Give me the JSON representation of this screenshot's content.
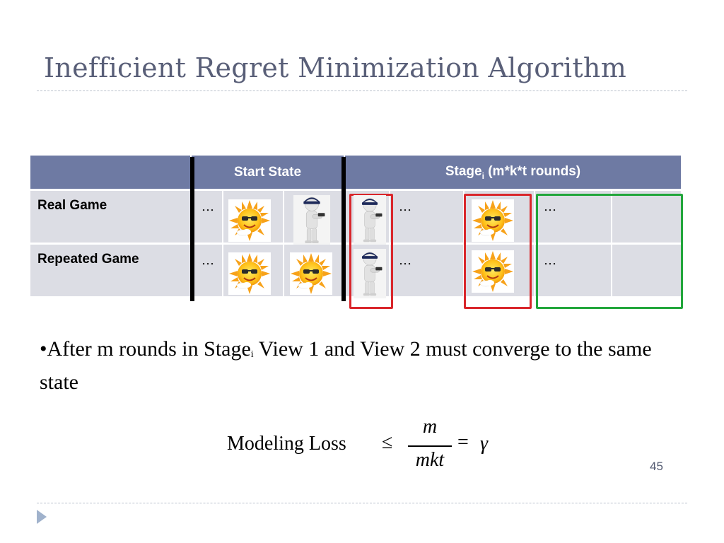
{
  "slide": {
    "title": "Inefficient Regret Minimization Algorithm",
    "page_number": "45"
  },
  "table": {
    "header": {
      "start_state": "Start State",
      "stage_prefix": "Stage",
      "stage_sub": "i",
      "stage_suffix": " (m*k*t rounds)"
    },
    "rows": [
      {
        "label": "Real Game",
        "dots_start": "…",
        "dots_mid": "…",
        "dots_end": "…",
        "icons": [
          "sun-icon",
          "person-icon",
          "person-icon",
          "sun-icon"
        ]
      },
      {
        "label": "Repeated Game",
        "dots_start": "…",
        "dots_mid": "…",
        "dots_end": "…",
        "icons": [
          "sun-icon",
          "sun-icon",
          "person-icon",
          "sun-icon"
        ]
      }
    ],
    "colors": {
      "header": "#6e7aa3",
      "cell": "#dcdde4",
      "red_box": "#d9262b",
      "green_box": "#22a63b"
    }
  },
  "bullet": {
    "prefix": "•After m rounds in Stage",
    "sub": "i",
    "suffix": " View 1 and View 2 must converge to the same state"
  },
  "formula": {
    "label": "Modeling Loss",
    "leq": "≤",
    "numerator": "m",
    "denominator": "mkt",
    "equals": "=",
    "result": "γ"
  }
}
